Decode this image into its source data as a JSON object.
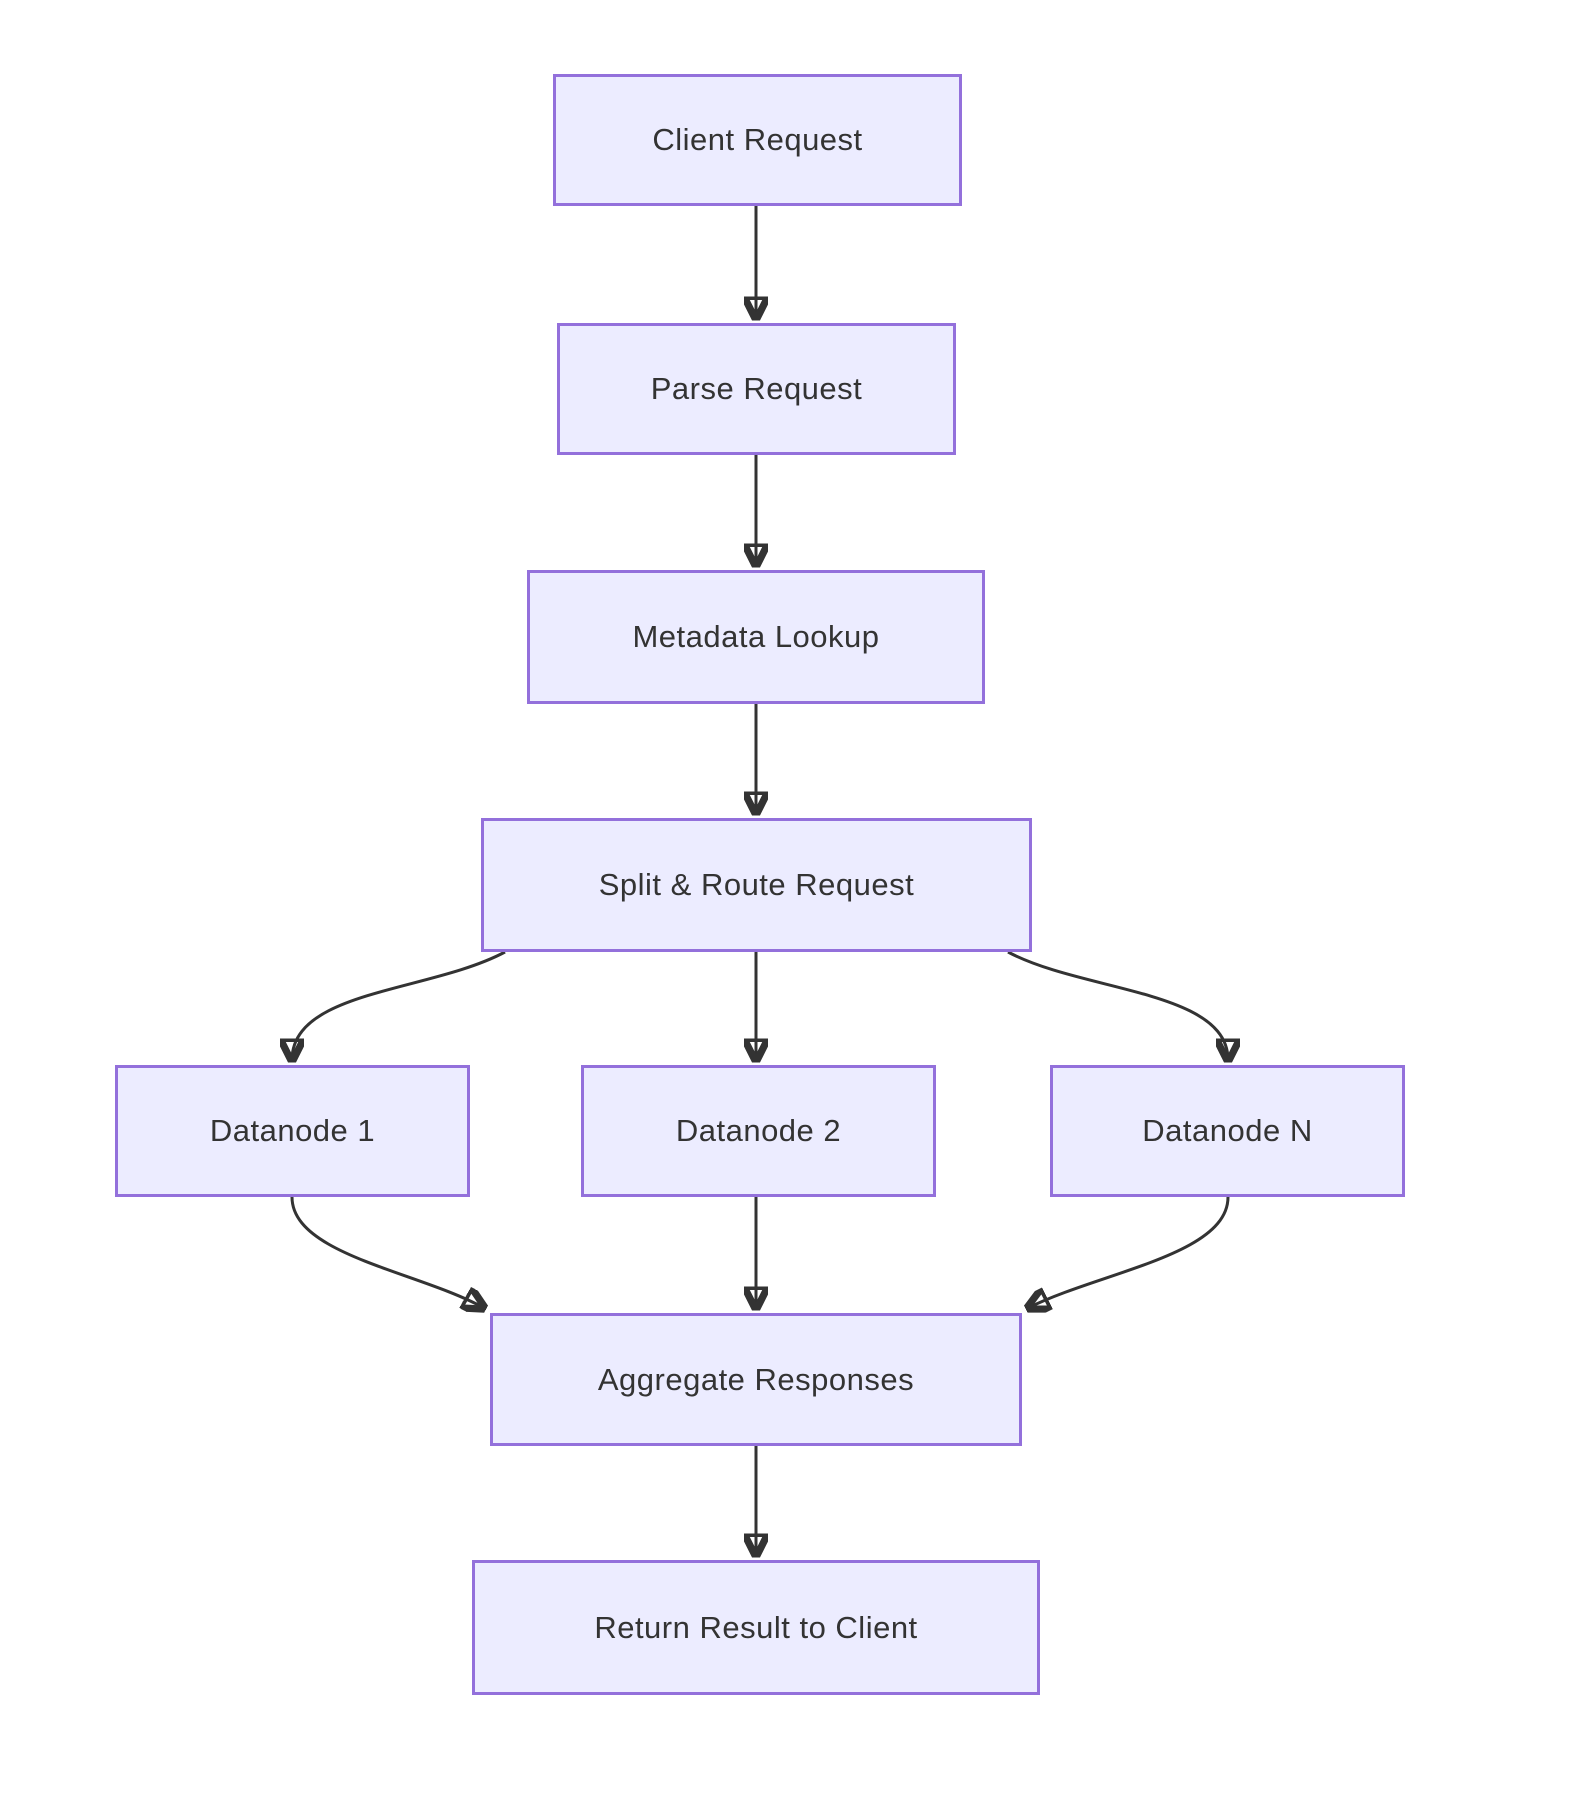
{
  "diagram": {
    "type": "flowchart",
    "direction": "top-down",
    "nodes": {
      "client": {
        "label": "Client Request"
      },
      "parse": {
        "label": "Parse Request"
      },
      "metadata": {
        "label": "Metadata Lookup"
      },
      "split": {
        "label": "Split & Route Request"
      },
      "datanode1": {
        "label": "Datanode 1"
      },
      "datanode2": {
        "label": "Datanode 2"
      },
      "datanodeN": {
        "label": "Datanode N"
      },
      "aggregate": {
        "label": "Aggregate Responses"
      },
      "return": {
        "label": "Return Result to Client"
      }
    },
    "edges": [
      {
        "from": "client",
        "to": "parse"
      },
      {
        "from": "parse",
        "to": "metadata"
      },
      {
        "from": "metadata",
        "to": "split"
      },
      {
        "from": "split",
        "to": "datanode1"
      },
      {
        "from": "split",
        "to": "datanode2"
      },
      {
        "from": "split",
        "to": "datanodeN"
      },
      {
        "from": "datanode1",
        "to": "aggregate"
      },
      {
        "from": "datanode2",
        "to": "aggregate"
      },
      {
        "from": "datanodeN",
        "to": "aggregate"
      },
      {
        "from": "aggregate",
        "to": "return"
      }
    ],
    "colors": {
      "node_fill": "#ECECFF",
      "node_border": "#9370DB",
      "node_text": "#333333",
      "edge": "#333333",
      "background": "#FFFFFF"
    }
  }
}
